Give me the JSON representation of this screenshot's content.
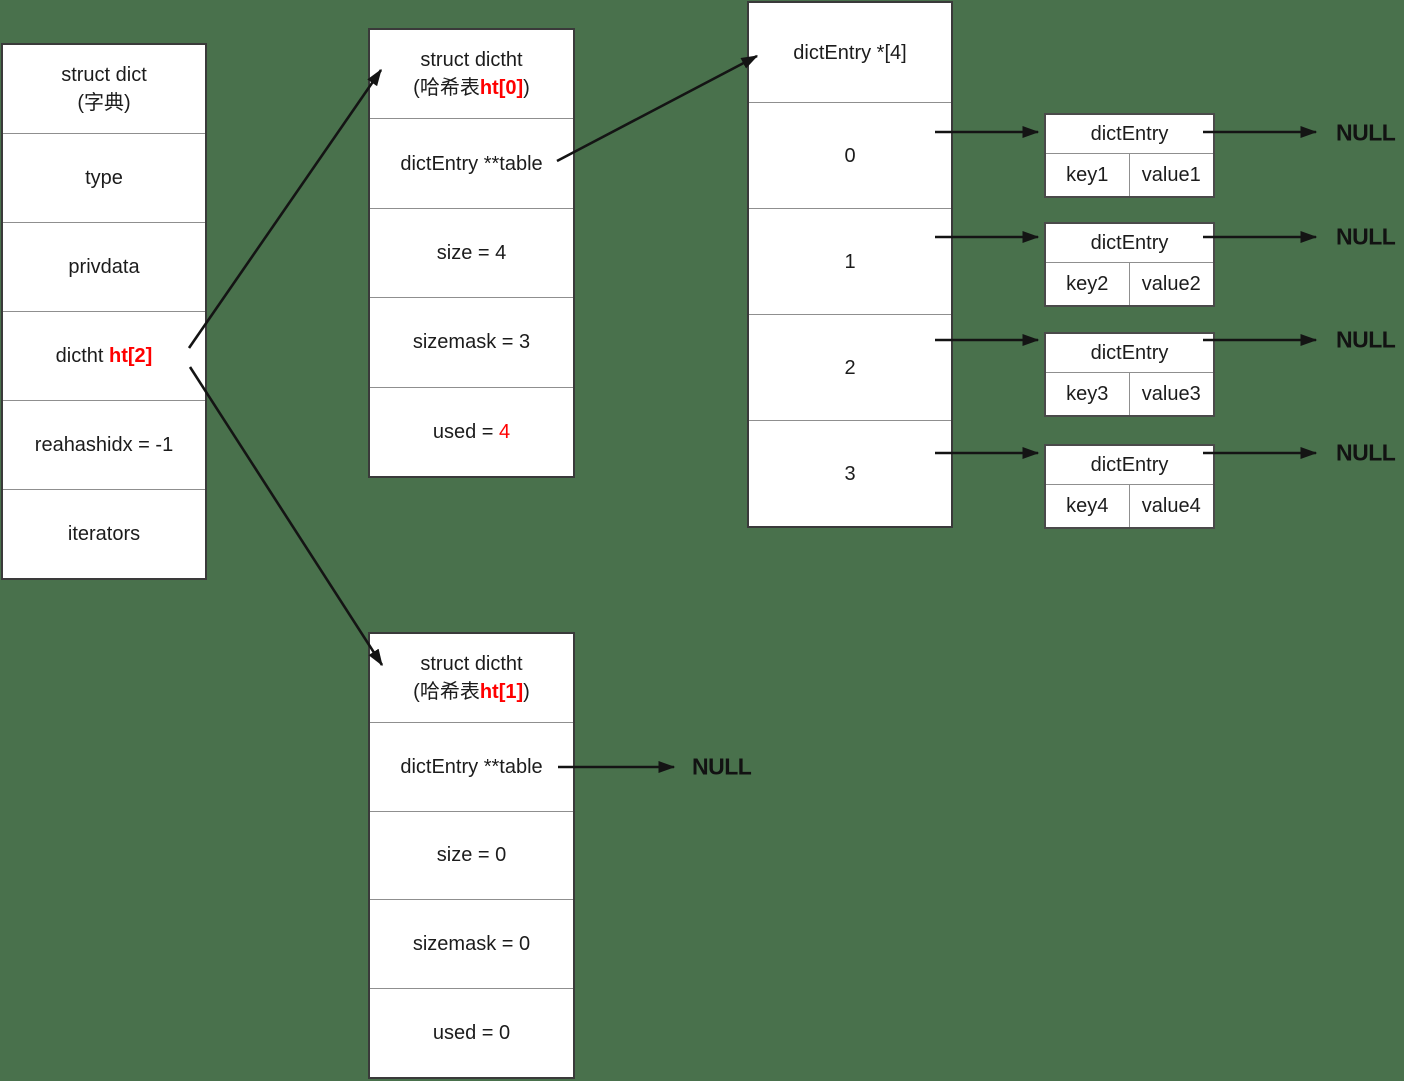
{
  "canvas": {
    "background_color": "#49714c",
    "accent_red": "#ff0000",
    "box_background": "#ffffff"
  },
  "labels": {
    "null": "NULL"
  },
  "dict_box": {
    "title": "struct dict",
    "subtitle": "(字典)",
    "rows": {
      "type": "type",
      "privdata": "privdata",
      "dictht_prefix": "dictht ",
      "dictht_red": "ht[2]",
      "rehashidx": "reahashidx = -1",
      "iterators": "iterators"
    }
  },
  "ht0_box": {
    "title": "struct dictht",
    "subtitle_prefix": "(哈希表",
    "subtitle_red": "ht[0]",
    "subtitle_suffix": ")",
    "rows": {
      "table": "dictEntry **table",
      "size": "size = 4",
      "sizemask": "sizemask = 3",
      "used_prefix": "used = ",
      "used_red": "4"
    }
  },
  "ht1_box": {
    "title": "struct dictht",
    "subtitle_prefix": "(哈希表",
    "subtitle_red": "ht[1]",
    "subtitle_suffix": ")",
    "rows": {
      "table": "dictEntry **table",
      "size": "size = 0",
      "sizemask": "sizemask = 0",
      "used": "used = 0"
    }
  },
  "array_box": {
    "title": "dictEntry *[4]",
    "slots": [
      "0",
      "1",
      "2",
      "3"
    ]
  },
  "entries": [
    {
      "title": "dictEntry",
      "key": "key1",
      "value": "value1"
    },
    {
      "title": "dictEntry",
      "key": "key2",
      "value": "value2"
    },
    {
      "title": "dictEntry",
      "key": "key3",
      "value": "value3"
    },
    {
      "title": "dictEntry",
      "key": "key4",
      "value": "value4"
    }
  ]
}
